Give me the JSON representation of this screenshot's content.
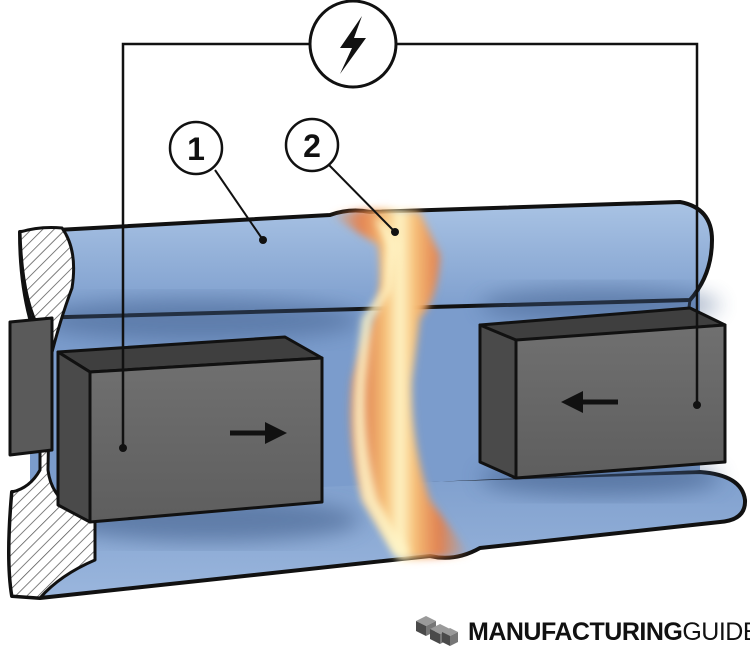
{
  "diagram": {
    "callouts": [
      {
        "number": "1"
      },
      {
        "number": "2"
      }
    ],
    "power_source_icon": "lightning-bolt-icon",
    "arrows": {
      "left_electrode": "arrow-right-icon",
      "right_electrode": "arrow-left-icon"
    },
    "colors": {
      "rail": "#86a8d2",
      "electrode": "#6b6b6b",
      "weld_glow": "#f08a3c",
      "weld_core": "#fff6c8",
      "wire": "#111111"
    }
  },
  "branding": {
    "logo_icon": "cube-stack-logo-icon",
    "name_bold": "MANUFACTURING",
    "name_light": "GUIDE"
  }
}
